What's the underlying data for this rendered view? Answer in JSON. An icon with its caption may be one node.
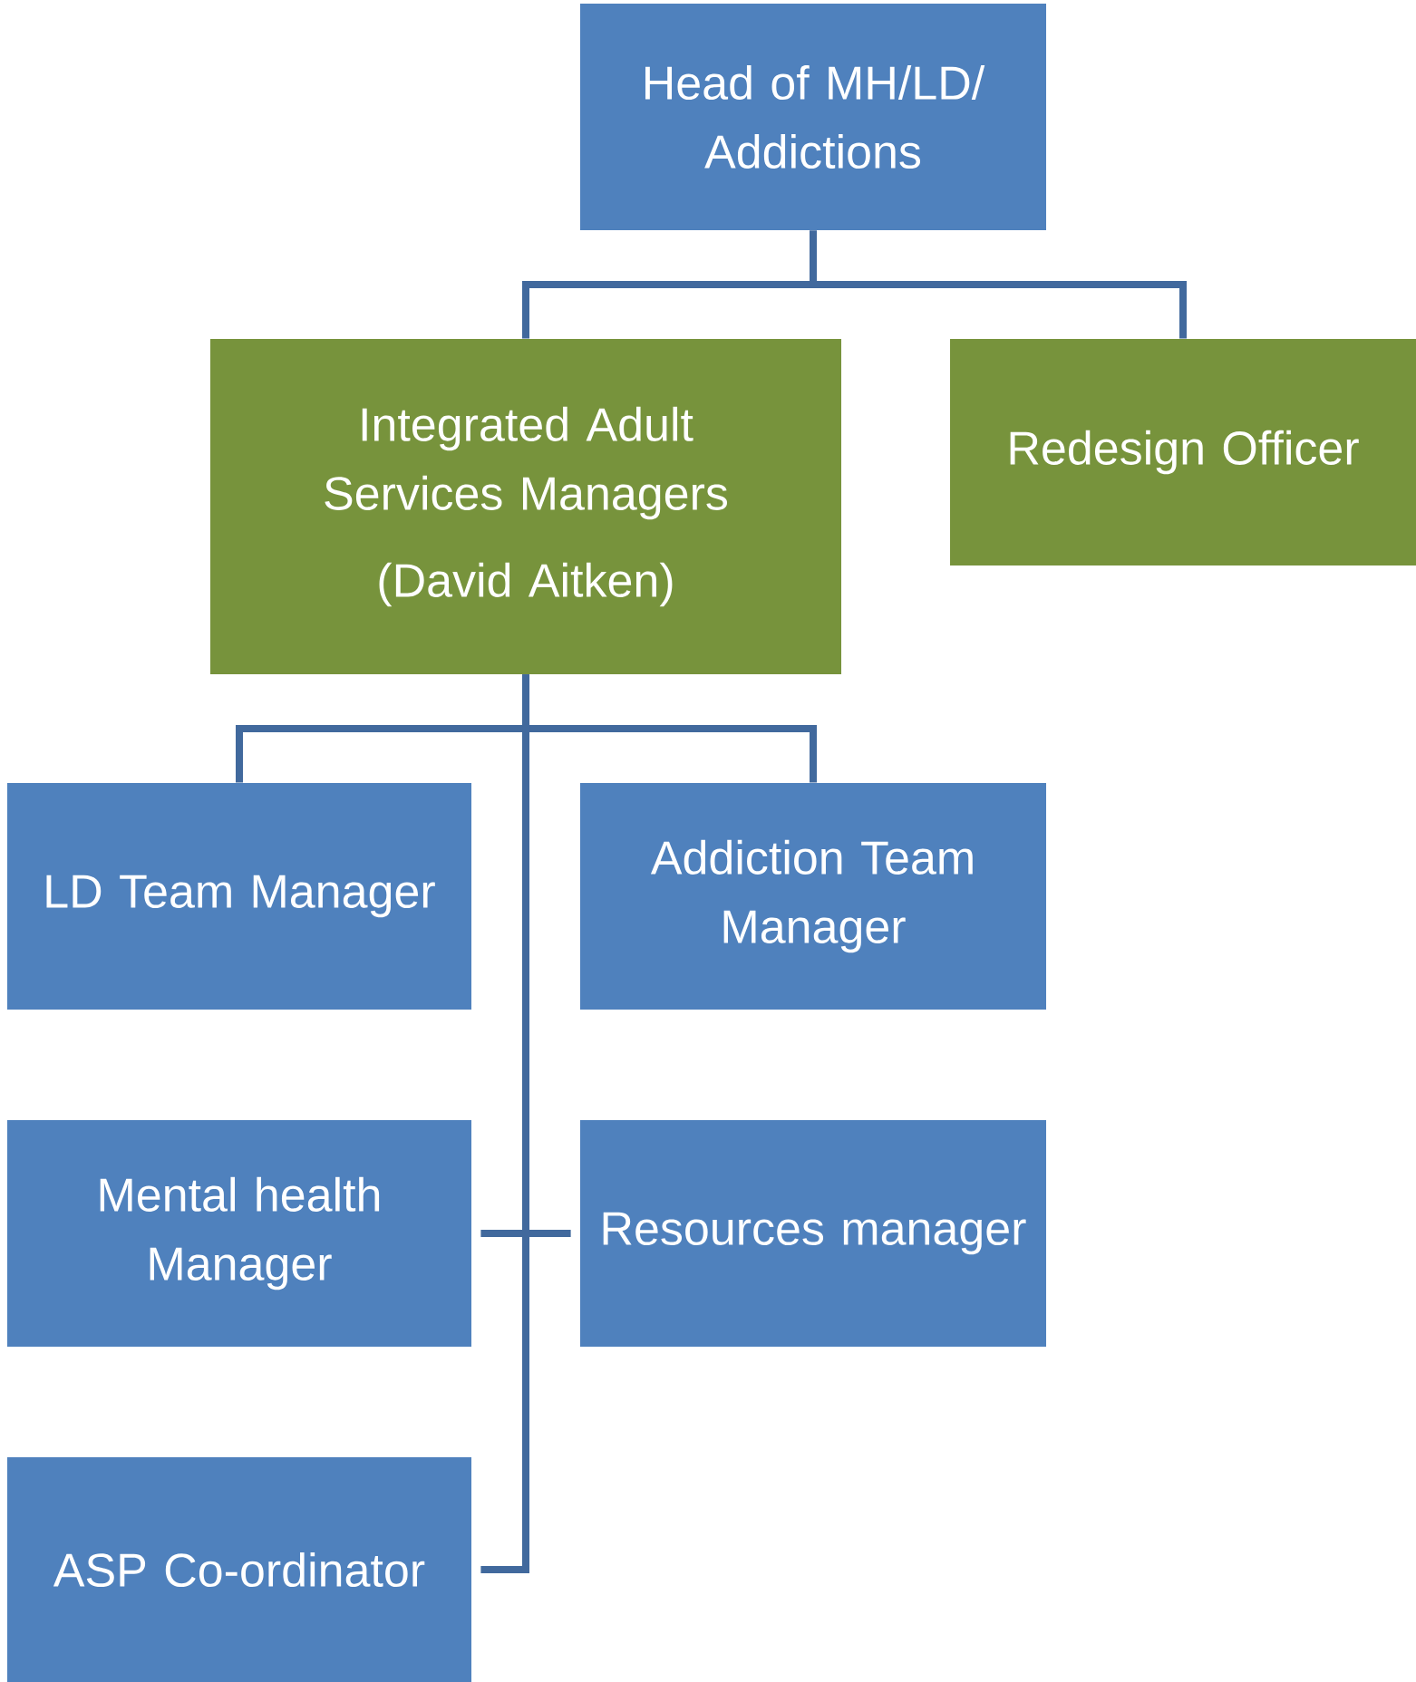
{
  "diagram": {
    "nodes": [
      {
        "text": [
          "Head of MH/LD/ Addictions"
        ]
      },
      {
        "text": [
          "Integrated Adult Services Managers",
          "(David Aitken)"
        ]
      },
      {
        "text": [
          "Redesign Officer"
        ]
      },
      {
        "text": [
          "LD Team Manager"
        ]
      },
      {
        "text": [
          "Addiction Team Manager"
        ]
      },
      {
        "text": [
          "Mental health Manager"
        ]
      },
      {
        "text": [
          "Resources manager"
        ]
      },
      {
        "text": [
          "ASP Co-ordinator"
        ]
      }
    ],
    "edges": [
      {
        "from": 0,
        "to": 1,
        "arrow": "none"
      },
      {
        "from": 0,
        "to": 2,
        "arrow": "none"
      },
      {
        "from": 1,
        "to": 3,
        "arrow": "none"
      },
      {
        "from": 1,
        "to": 4,
        "arrow": "none"
      },
      {
        "from": 1,
        "to": 5,
        "arrow": "none"
      },
      {
        "from": 1,
        "to": 6,
        "arrow": "none"
      },
      {
        "from": 1,
        "to": 7,
        "arrow": "none"
      }
    ]
  }
}
